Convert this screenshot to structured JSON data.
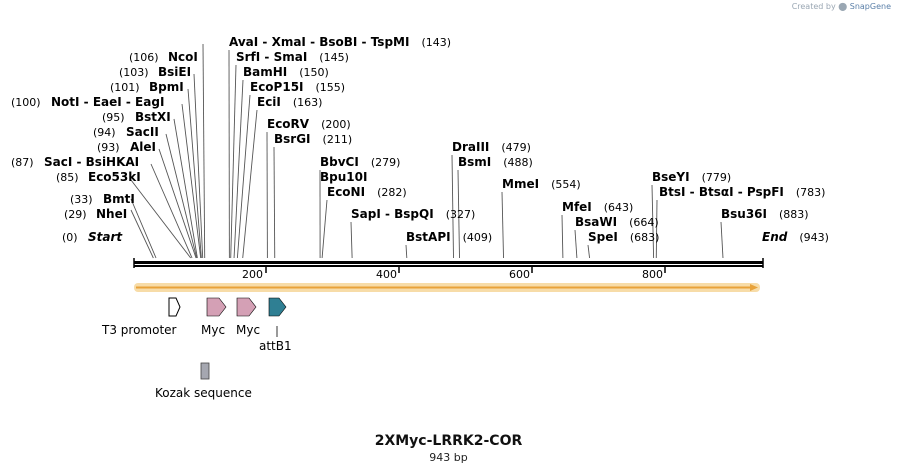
{
  "watermark": {
    "prefix": "Created by",
    "brand": "SnapGene"
  },
  "plasmid": {
    "name": "2XMyc-LRRK2-COR",
    "length_label": "943 bp",
    "length": 943
  },
  "ruler": {
    "ticks": [
      "200",
      "400",
      "600",
      "800"
    ]
  },
  "colors": {
    "backbone": "#000000",
    "orf": "#e8a23a",
    "orf_glow": "#f7dca8",
    "myc": "#d4a0b5",
    "attb1": "#2f7f93",
    "kozak": "#a5a7b0",
    "t3": "#ffffff"
  },
  "sites": [
    {
      "label": "Start",
      "pos": "(0)",
      "bp": 0,
      "italic": true,
      "pos_first": true
    },
    {
      "label": "NheI",
      "pos": "(29)",
      "bp": 29,
      "pos_first": true
    },
    {
      "label": "BmtI",
      "pos": "(33)",
      "bp": 33,
      "pos_first": true
    },
    {
      "label": "Eco53kI",
      "pos": "(85)",
      "bp": 85,
      "pos_first": true
    },
    {
      "label": "SacI  -  BsiHKAI",
      "pos": "(87)",
      "bp": 87,
      "pos_first": true
    },
    {
      "label": "AleI",
      "pos": "(93)",
      "bp": 93,
      "pos_first": true
    },
    {
      "label": "SacII",
      "pos": "(94)",
      "bp": 94,
      "pos_first": true
    },
    {
      "label": "BstXI",
      "pos": "(95)",
      "bp": 95,
      "pos_first": true
    },
    {
      "label": "NotI  -  EaeI  -  EagI",
      "pos": "(100)",
      "bp": 100,
      "pos_first": true
    },
    {
      "label": "BpmI",
      "pos": "(101)",
      "bp": 101,
      "pos_first": true
    },
    {
      "label": "BsiEI",
      "pos": "(103)",
      "bp": 103,
      "pos_first": true
    },
    {
      "label": "NcoI",
      "pos": "(106)",
      "bp": 106,
      "pos_first": true
    },
    {
      "label": "AvaI  -  XmaI  -  BsoBI  -  TspMI",
      "pos": "(143)",
      "bp": 143
    },
    {
      "label": "SrfI  -  SmaI",
      "pos": "(145)",
      "bp": 145
    },
    {
      "label": "BamHI",
      "pos": "(150)",
      "bp": 150
    },
    {
      "label": "EcoP15I",
      "pos": "(155)",
      "bp": 155
    },
    {
      "label": "EciI",
      "pos": "(163)",
      "bp": 163
    },
    {
      "label": "EcoRV",
      "pos": "(200)",
      "bp": 200
    },
    {
      "label": "BsrGI",
      "pos": "(211)",
      "bp": 211
    },
    {
      "label": "BbvCI",
      "pos": "(279)",
      "bp": 279
    },
    {
      "label": "Bpu10I",
      "pos": "",
      "bp": 279
    },
    {
      "label": "EcoNI",
      "pos": "(282)",
      "bp": 282
    },
    {
      "label": "SapI  -  BspQI",
      "pos": "(327)",
      "bp": 327
    },
    {
      "label": "BstAPI",
      "pos": "(409)",
      "bp": 409
    },
    {
      "label": "DraIII",
      "pos": "(479)",
      "bp": 479
    },
    {
      "label": "BsmI",
      "pos": "(488)",
      "bp": 488
    },
    {
      "label": "MmeI",
      "pos": "(554)",
      "bp": 554
    },
    {
      "label": "MfeI",
      "pos": "(643)",
      "bp": 643
    },
    {
      "label": "BsaWI",
      "pos": "(664)",
      "bp": 664
    },
    {
      "label": "SpeI",
      "pos": "(683)",
      "bp": 683
    },
    {
      "label": "BseYI",
      "pos": "(779)",
      "bp": 779
    },
    {
      "label": "BtsI  -  BtsαI  -  PspFI",
      "pos": "(783)",
      "bp": 783
    },
    {
      "label": "Bsu36I",
      "pos": "(883)",
      "bp": 883
    },
    {
      "label": "End",
      "pos": "(943)",
      "bp": 943,
      "italic": true
    }
  ],
  "features": [
    {
      "label": "T3 promoter",
      "type": "promoter"
    },
    {
      "label": "Myc",
      "type": "tag"
    },
    {
      "label": "Myc",
      "type": "tag"
    },
    {
      "label": "attB1",
      "type": "attb"
    },
    {
      "label": "Kozak sequence",
      "type": "kozak"
    }
  ]
}
